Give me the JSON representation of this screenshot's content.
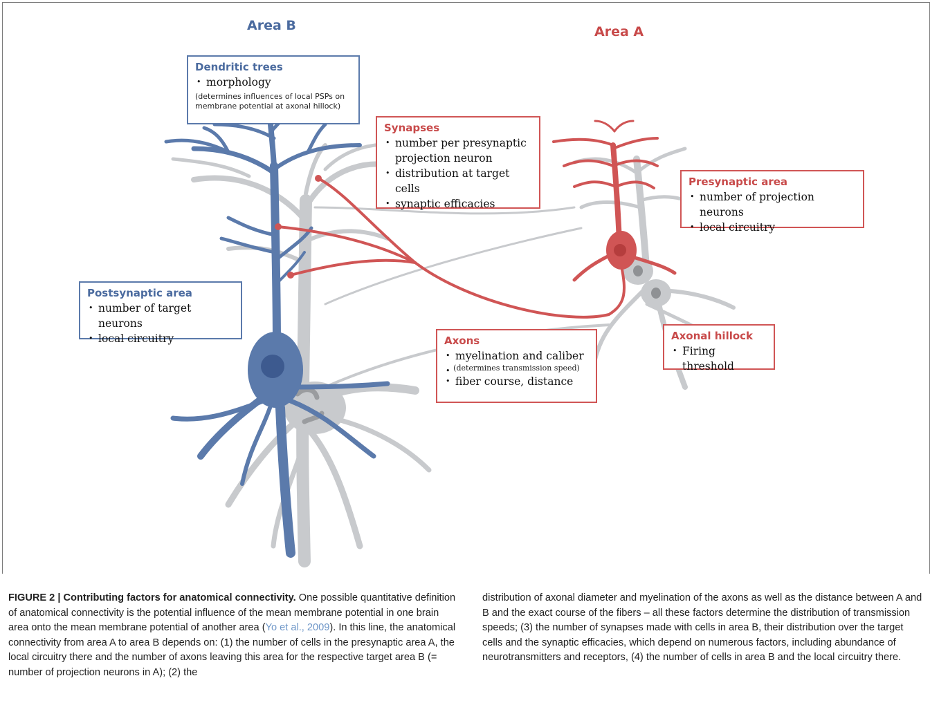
{
  "figure": {
    "area_b_label": "Area B",
    "area_a_label": "Area A",
    "boxes": {
      "dendritic": {
        "title": "Dendritic trees",
        "items": [
          "morphology"
        ],
        "note": "(determines influences of local PSPs on membrane potential at axonal hillock)"
      },
      "synapses": {
        "title": "Synapses",
        "items": [
          "number per presynaptic projection neuron",
          "distribution at target cells",
          "synaptic efficacies"
        ]
      },
      "presynaptic": {
        "title": "Presynaptic area",
        "items": [
          "number of projection neurons",
          "local circuitry"
        ]
      },
      "postsynaptic": {
        "title": "Postsynaptic area",
        "items": [
          "number of target neurons",
          "local circuitry"
        ]
      },
      "axons": {
        "title": "Axons",
        "items": [
          "myelination and caliber",
          "fiber course, distance"
        ],
        "note": "(determines transmission speed)"
      },
      "hillock": {
        "title": "Axonal hillock",
        "items": [
          "Firing threshold"
        ]
      }
    },
    "colors": {
      "area_b": "#5b7aab",
      "area_a": "#d05555",
      "background_neurons": "#c8cacd"
    }
  },
  "caption": {
    "label": "FIGURE 2 | Contributing factors for anatomical connectivity.",
    "col1_a": " One possible quantitative definition of anatomical connectivity is the potential influence of the mean membrane potential in one brain area onto the mean membrane potential of another area (",
    "citation": "Yo et al., 2009",
    "col1_b": "). In this line, the anatomical connectivity from area A to area B depends on: (1) the number of cells in the presynaptic area A, the local circuitry there and the number of axons leaving this area for the respective target area B (= number of projection neurons in A); (2) the",
    "col2": "distribution of axonal diameter and myelination of the axons as well as the distance between A and B and the exact course of the fibers – all these factors determine the distribution of transmission speeds; (3) the number of synapses made with cells in area B, their distribution over the target cells and the synaptic efficacies, which depend on numerous factors, including abundance of neurotransmitters and receptors, (4) the number of cells in area B and the local circuitry there."
  }
}
